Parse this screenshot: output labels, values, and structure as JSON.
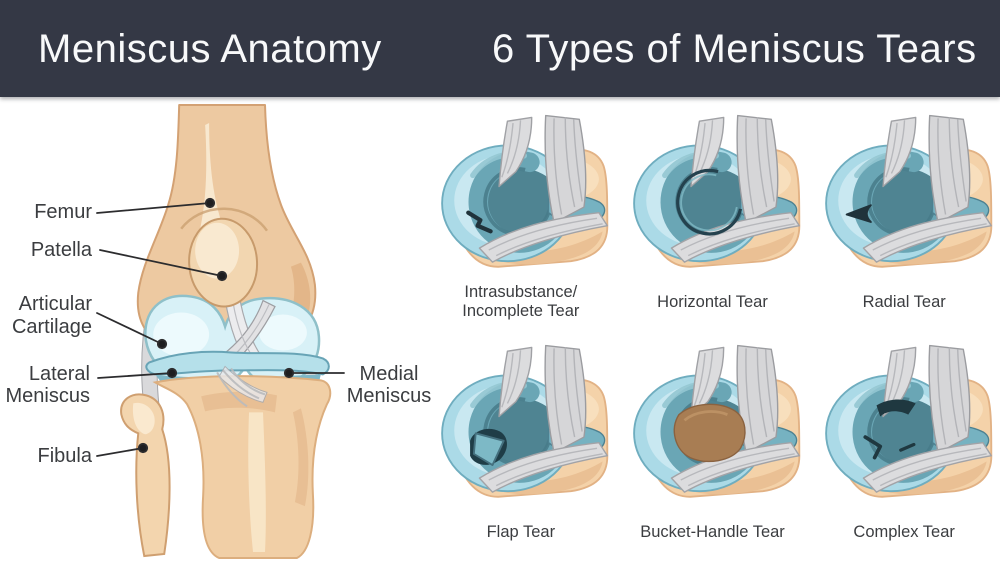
{
  "header": {
    "left_title": "Meniscus Anatomy",
    "right_title": "6 Types of Meniscus Tears",
    "bg_color": "#343845",
    "text_color": "#f8f9fa"
  },
  "anatomy": {
    "labels": [
      {
        "id": "femur",
        "text": "Femur"
      },
      {
        "id": "patella",
        "text": "Patella"
      },
      {
        "id": "articular-cartilage",
        "text": "Articular Cartilage"
      },
      {
        "id": "lateral-meniscus",
        "text": "Lateral Meniscus"
      },
      {
        "id": "fibula",
        "text": "Fibula"
      },
      {
        "id": "medial-meniscus",
        "text": "Medial Meniscus"
      }
    ]
  },
  "tears": {
    "items": [
      {
        "key": "intrasubstance",
        "label_lines": [
          "Intrasubstance/",
          "Incomplete Tear"
        ]
      },
      {
        "key": "horizontal",
        "label_lines": [
          "Horizontal Tear"
        ]
      },
      {
        "key": "radial",
        "label_lines": [
          "Radial Tear"
        ]
      },
      {
        "key": "flap",
        "label_lines": [
          "Flap Tear"
        ]
      },
      {
        "key": "bucket-handle",
        "label_lines": [
          "Bucket-Handle Tear"
        ]
      },
      {
        "key": "complex",
        "label_lines": [
          "Complex Tear"
        ]
      }
    ]
  },
  "palette": {
    "bone": "#edc9a1",
    "bone_outline": "#d3a173",
    "bone_highlight": "#f8e8cf",
    "cartilage": "#d8f1f7",
    "cartilage_edge": "#8fc0c9",
    "meniscus_ring": "#abdae7",
    "meniscus_body": "#6aa6b5",
    "meniscus_deep": "#4f8492",
    "ligament": "#d9d9db",
    "tear_mark": "#20333b",
    "bucket_exposed_bone": "#a87d53",
    "label_text": "#3b3d40",
    "leader_line": "#2c2c2e"
  }
}
